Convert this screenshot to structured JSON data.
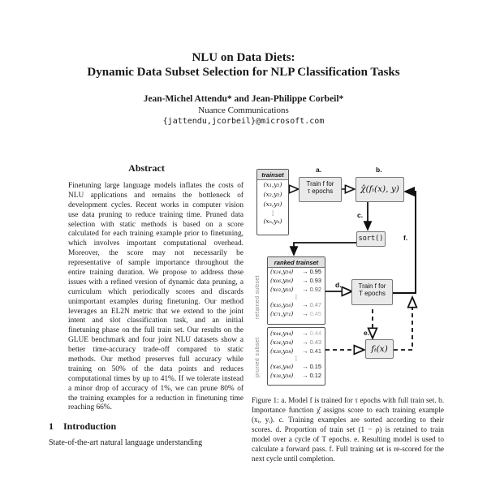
{
  "paper": {
    "title_line1": "NLU on Data Diets:",
    "title_line2": "Dynamic Data Subset Selection for NLP Classification Tasks",
    "authors": "Jean-Michel Attendu* and  Jean-Philippe Corbeil*",
    "affiliation": "Nuance Communications",
    "email": "{jattendu,jcorbeil}@microsoft.com"
  },
  "abstract": {
    "heading": "Abstract",
    "body": "Finetuning large language models inflates the costs of NLU applications and remains the bottleneck of development cycles. Recent works in computer vision use data pruning to reduce training time. Pruned data selection with static methods is based on a score calculated for each training example prior to finetuning, which involves important computational overhead. Moreover, the score may not necessarily be representative of sample importance throughout the entire training duration. We propose to address these issues with a refined version of dynamic data pruning, a curriculum which periodically scores and discards unimportant examples during finetuning. Our method leverages an EL2N metric that we extend to the joint intent and slot classification task, and an initial finetuning phase on the full train set. Our results on the GLUE benchmark and four joint NLU datasets show a better time-accuracy trade-off compared to static methods. Our method preserves full accuracy while training on 50% of the data points and reduces computational times by up to 41%. If we tolerate instead a minor drop of accuracy of 1%, we can prune 80% of the training examples for a reduction in finetuning time reaching 66%."
  },
  "sections": {
    "intro": {
      "number": "1",
      "title": "Introduction"
    },
    "intro_first_line": "State-of-the-art natural language understanding"
  },
  "figure": {
    "arrow_glyph": "→",
    "trainset": {
      "label": "trainset",
      "items": [
        "(x₁,y₁)",
        "(x₂,y₂)",
        "(x₃,y₃)",
        "⋮",
        "(xₙ,yₙ)"
      ]
    },
    "steps": {
      "a": "a.",
      "b": "b.",
      "c": "c.",
      "d": "d.",
      "e": "e.",
      "f": "f."
    },
    "train_tau": {
      "line1": "Train f for",
      "line2": "τ epochs"
    },
    "chi_label": "χ̂(fₜ(x), y)",
    "sort_label": "sort()",
    "ranked_label": "ranked trainset",
    "retained_side_label": "retained subset",
    "pruned_side_label": "pruned subset",
    "retained_items": [
      {
        "pair": "(x₂₄,y₂₄)",
        "score": "0.95",
        "score_style": "color:#111111"
      },
      {
        "pair": "(x₀₆,y₀₆)",
        "score": "0.93",
        "score_style": "color:#1c1c1c"
      },
      {
        "pair": "(x₀₃,y₀₃)",
        "score": "0.92",
        "score_style": "color:#555555"
      },
      {
        "pair": "(x₁₆,y₁₆)",
        "score": "0.47",
        "score_style": "color:#969696"
      },
      {
        "pair": "(x₇₁,y₇₁)",
        "score": "0.45",
        "score_style": "color:#b4b4b4"
      }
    ],
    "pruned_items": [
      {
        "pair": "(x₄₄,y₄₄)",
        "score": "0.44",
        "score_style": "color:#b4b4b4"
      },
      {
        "pair": "(x₃₄,y₃₄)",
        "score": "0.43",
        "score_style": "color:#8c8c8c"
      },
      {
        "pair": "(x₂₈,y₂₈)",
        "score": "0.41",
        "score_style": "color:#4d4d4d"
      },
      {
        "pair": "(x₄₆,y₄₆)",
        "score": "0.15",
        "score_style": "color:#141414"
      },
      {
        "pair": "(x₃₈,y₃₈)",
        "score": "0.12",
        "score_style": "color:#111111"
      }
    ],
    "dots_glyph": "⋮",
    "train_T": {
      "line1": "Train f for",
      "line2": "T epochs"
    },
    "fx_label": "fₜ(x)"
  },
  "caption": "Figure 1: a. Model f is trained for τ epochs with full train set. b. Importance function χ̂ assigns score to each training example (xᵢ, yᵢ). c. Training examples are sorted according to their scores. d. Proportion of train set (1 − ρ) is retained to train model over a cycle of T epochs. e. Resulting model is used to calculate a forward pass. f. Full training set is re-scored for the next cycle until completion."
}
